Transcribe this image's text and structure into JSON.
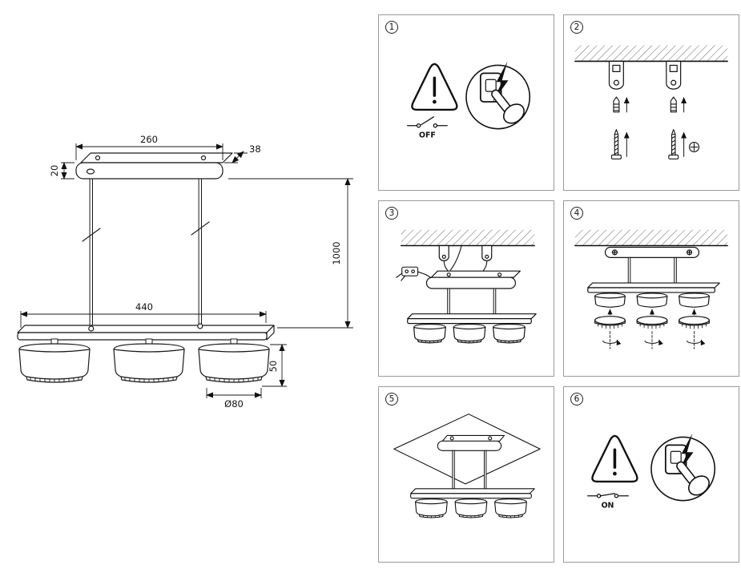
{
  "colors": {
    "background": "#ffffff",
    "line": "#1a1a1a",
    "panel_border": "#9a9a9a",
    "hatch": "#666666"
  },
  "drawing": {
    "dims": {
      "canopy_length": "260",
      "canopy_depth": "38",
      "canopy_height": "20",
      "pendant_height": "1000",
      "bar_length": "440",
      "spot_height": "50",
      "spot_diameter": "Ø80"
    }
  },
  "panels": [
    {
      "number": "1",
      "switch_label": "OFF"
    },
    {
      "number": "2"
    },
    {
      "number": "3"
    },
    {
      "number": "4"
    },
    {
      "number": "5"
    },
    {
      "number": "6",
      "switch_label": "ON"
    }
  ],
  "icons": {
    "warning": "warning-triangle-exclamation",
    "power_off": "open-switch-symbol",
    "power_on": "closed-switch-symbol",
    "electricity": "hand-pressing-switch-with-lightning",
    "fasteners": [
      "wall-anchor",
      "screw"
    ],
    "rotate": "twist-lock-arrow"
  }
}
